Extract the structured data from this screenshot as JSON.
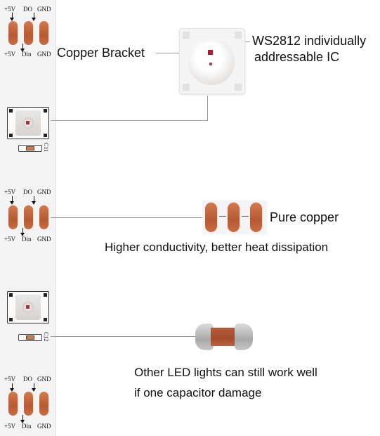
{
  "strip": {
    "pin_labels_top": [
      "+5V",
      "DO",
      "GND"
    ],
    "pin_labels_bottom": [
      "+5V",
      "Din",
      "GND"
    ],
    "capacitor_labels": [
      "C11",
      "C12"
    ]
  },
  "callouts": {
    "copper_bracket": "Copper Bracket",
    "ic_line1": "WS2812 individually",
    "ic_line2": "addressable IC",
    "pure_copper": "Pure copper",
    "conductivity": "Higher conductivity, better heat dissipation",
    "capacitor_line1": "Other LED lights can still work well",
    "capacitor_line2": "if one capacitor damage"
  },
  "colors": {
    "copper": "#c96c42",
    "led_core": "#b32a35",
    "leader_line": "#9a9a9a"
  }
}
